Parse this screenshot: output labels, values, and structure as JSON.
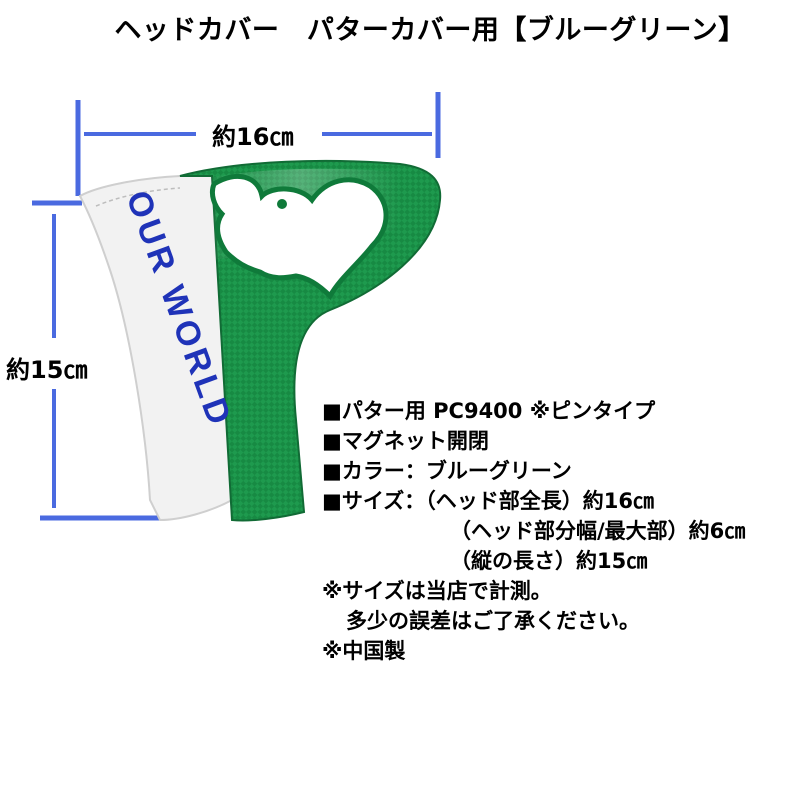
{
  "title": "ヘッドカバー　パターカバー用【ブルーグリーン】",
  "dimensions": {
    "width_label": "約16㎝",
    "height_label": "約15㎝"
  },
  "product": {
    "brand_text": "OUR WORLD",
    "main_color": "#1e9a4e",
    "trim_color": "#f2f2f2",
    "logo_color": "#1f33b8"
  },
  "dimension_line_color": "#4a6ae0",
  "specs": [
    "■パター用 PC9400 ※ピンタイプ",
    "■マグネット開閉",
    "■カラー：ブルーグリーン",
    "■サイズ：（ヘッド部全長）約16㎝",
    "（ヘッド部分幅/最大部）約6㎝",
    "（縦の長さ）約15㎝"
  ],
  "notes": [
    "※サイズは当店で計測。",
    "多少の誤差はご了承ください。",
    "※中国製"
  ]
}
